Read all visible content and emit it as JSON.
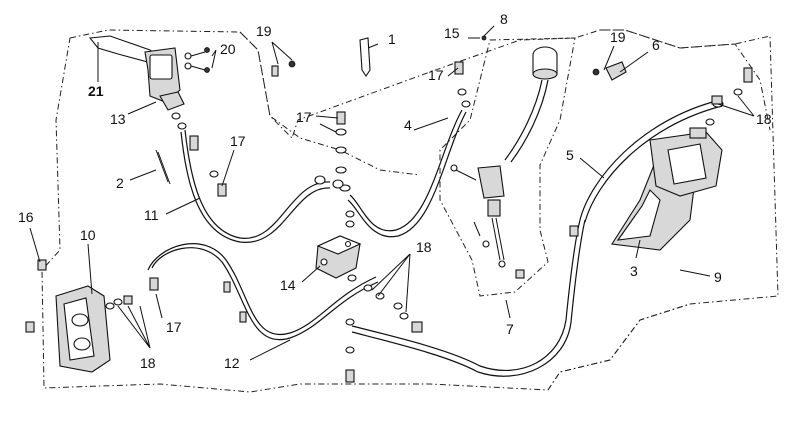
{
  "diagram": {
    "labels": {
      "p1": "1",
      "p2": "2",
      "p3": "3",
      "p4": "4",
      "p5": "5",
      "p6": "6",
      "p7": "7",
      "p8": "8",
      "p9": "9",
      "p10": "10",
      "p11": "11",
      "p12": "12",
      "p13": "13",
      "p14": "14",
      "p15": "15",
      "p16": "16",
      "p17a": "17",
      "p17b": "17",
      "p17c": "17",
      "p17d": "17",
      "p18a": "18",
      "p18b": "18",
      "p18c": "18",
      "p19a": "19",
      "p19b": "19",
      "p20": "20",
      "p21": "21"
    }
  }
}
